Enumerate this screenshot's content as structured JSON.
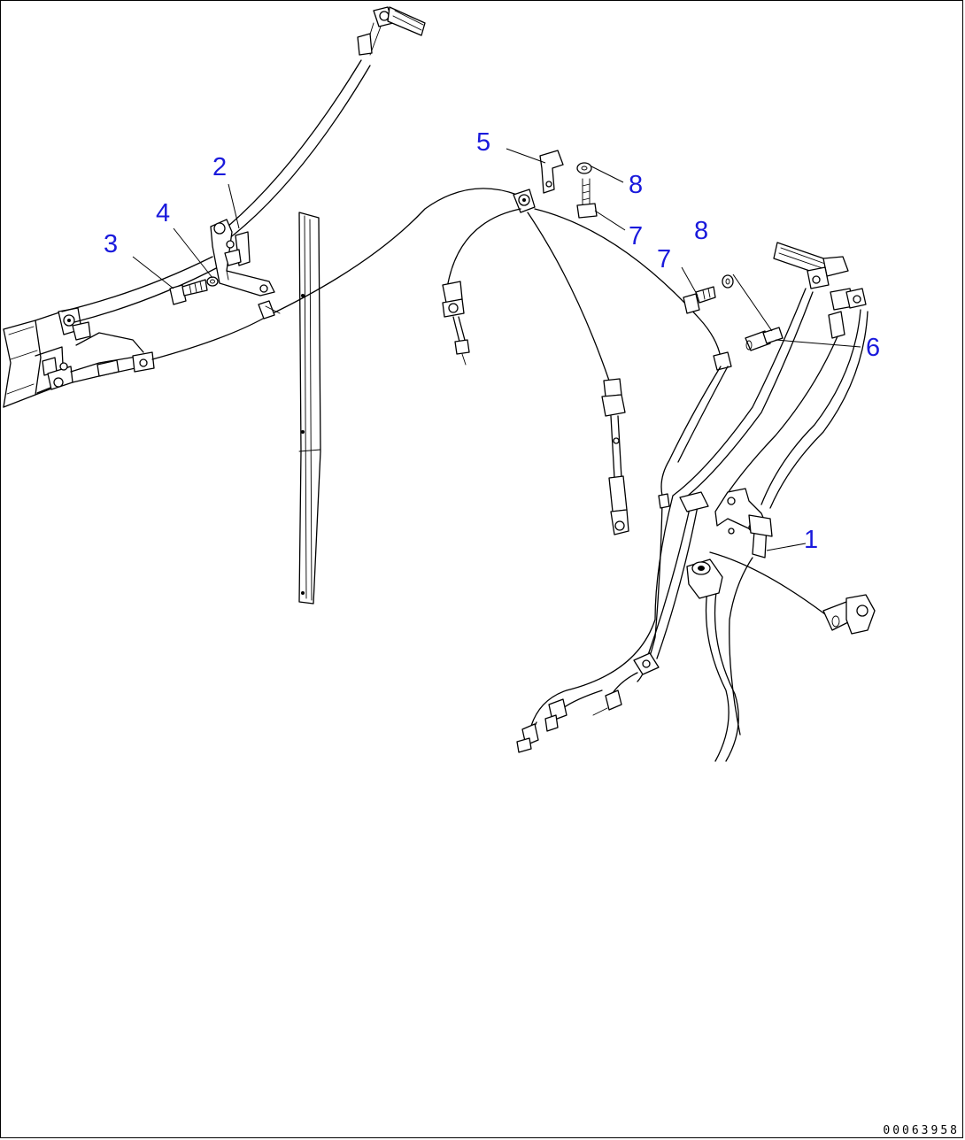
{
  "drawing_number": "00063958",
  "callouts": [
    {
      "id": "callout-1",
      "label": "1"
    },
    {
      "id": "callout-2",
      "label": "2"
    },
    {
      "id": "callout-3",
      "label": "3"
    },
    {
      "id": "callout-4",
      "label": "4"
    },
    {
      "id": "callout-5",
      "label": "5"
    },
    {
      "id": "callout-6",
      "label": "6"
    },
    {
      "id": "callout-7a",
      "label": "7"
    },
    {
      "id": "callout-7b",
      "label": "7"
    },
    {
      "id": "callout-8a",
      "label": "8"
    },
    {
      "id": "callout-8b",
      "label": "8"
    }
  ],
  "colors": {
    "callout": "#1a1adc",
    "line": "#000000",
    "background": "#ffffff"
  }
}
